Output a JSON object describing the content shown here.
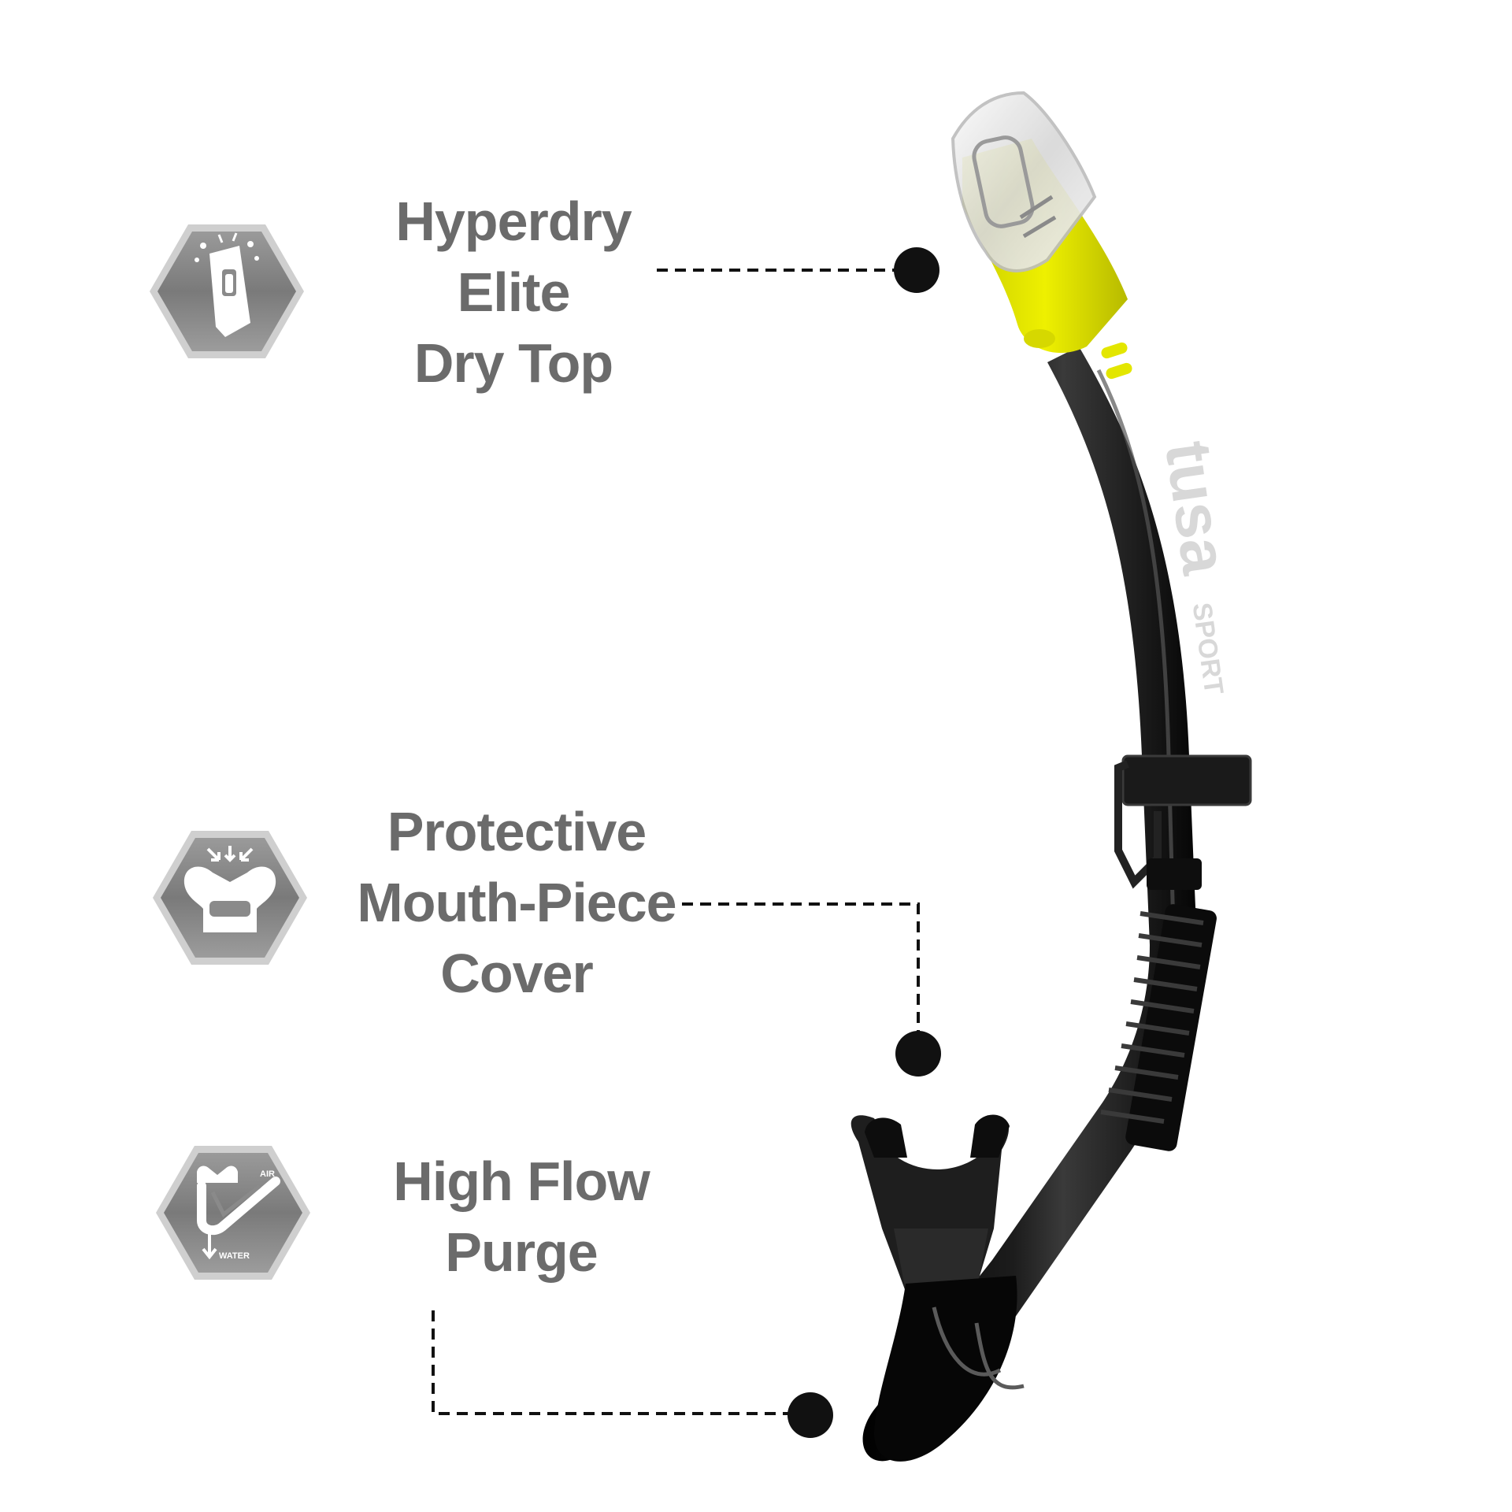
{
  "features": [
    {
      "id": "dry-top",
      "lines": [
        "Hyperdry",
        "Elite",
        "Dry Top"
      ],
      "icon": "dry-top-icon"
    },
    {
      "id": "mouthpiece",
      "lines": [
        "Protective",
        "Mouth-Piece",
        "Cover"
      ],
      "icon": "mouthpiece-icon"
    },
    {
      "id": "purge",
      "lines": [
        "High Flow",
        "Purge"
      ],
      "icon": "purge-valve-icon",
      "icon_text": {
        "air": "AIR",
        "water": "WATER"
      }
    }
  ],
  "product": {
    "brand": "tusa",
    "line": "SPORT",
    "tube_color": "#111111",
    "accent_color": "#e3e600"
  },
  "colors": {
    "label_gray": "#6b6b6b",
    "icon_gray": "#8a8a8a",
    "callout": "#111111"
  }
}
